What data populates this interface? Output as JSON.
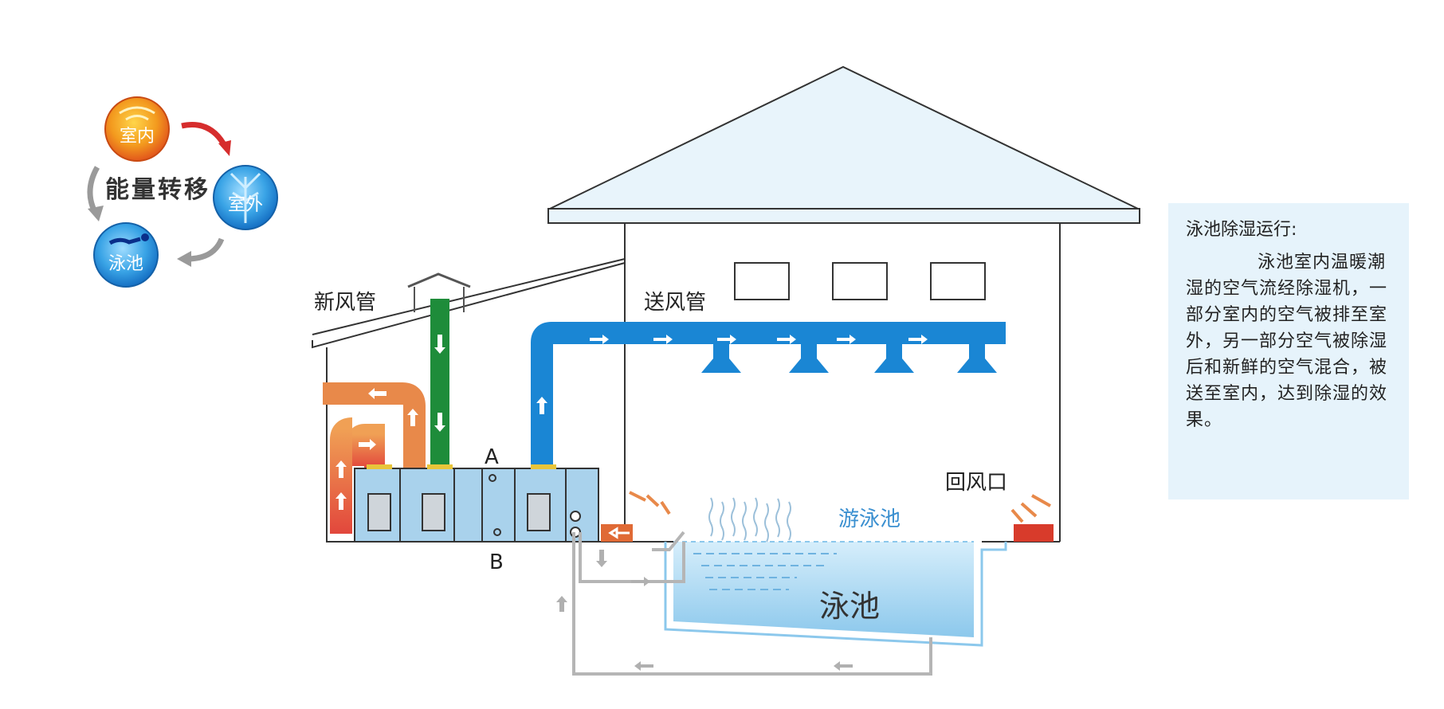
{
  "energy_cycle": {
    "label": "能量转移",
    "indoor": "室内",
    "outdoor": "室外",
    "pool": "泳池"
  },
  "labels": {
    "fresh_air_duct": "新风管",
    "supply_air_duct": "送风管",
    "return_air_vent": "回风口",
    "swimming_pool": "游泳池",
    "pool_basin": "泳池",
    "point_a": "A",
    "point_b": "B"
  },
  "info": {
    "title": "泳池除湿运行:",
    "body": "泳池室内温暖潮湿的空气流经除湿机，一部分室内的空气被排至室外，另一部分空气被除湿后和新鲜的空气混合，被送至室内，达到除湿的效果。"
  },
  "colors": {
    "supply_duct": "#1a86d4",
    "fresh_duct": "#1e8c3a",
    "exhaust_duct": "#e8894a",
    "unit": "#a9d2ec",
    "water": "#8cc8ec",
    "pipe": "#b5b5b5"
  }
}
